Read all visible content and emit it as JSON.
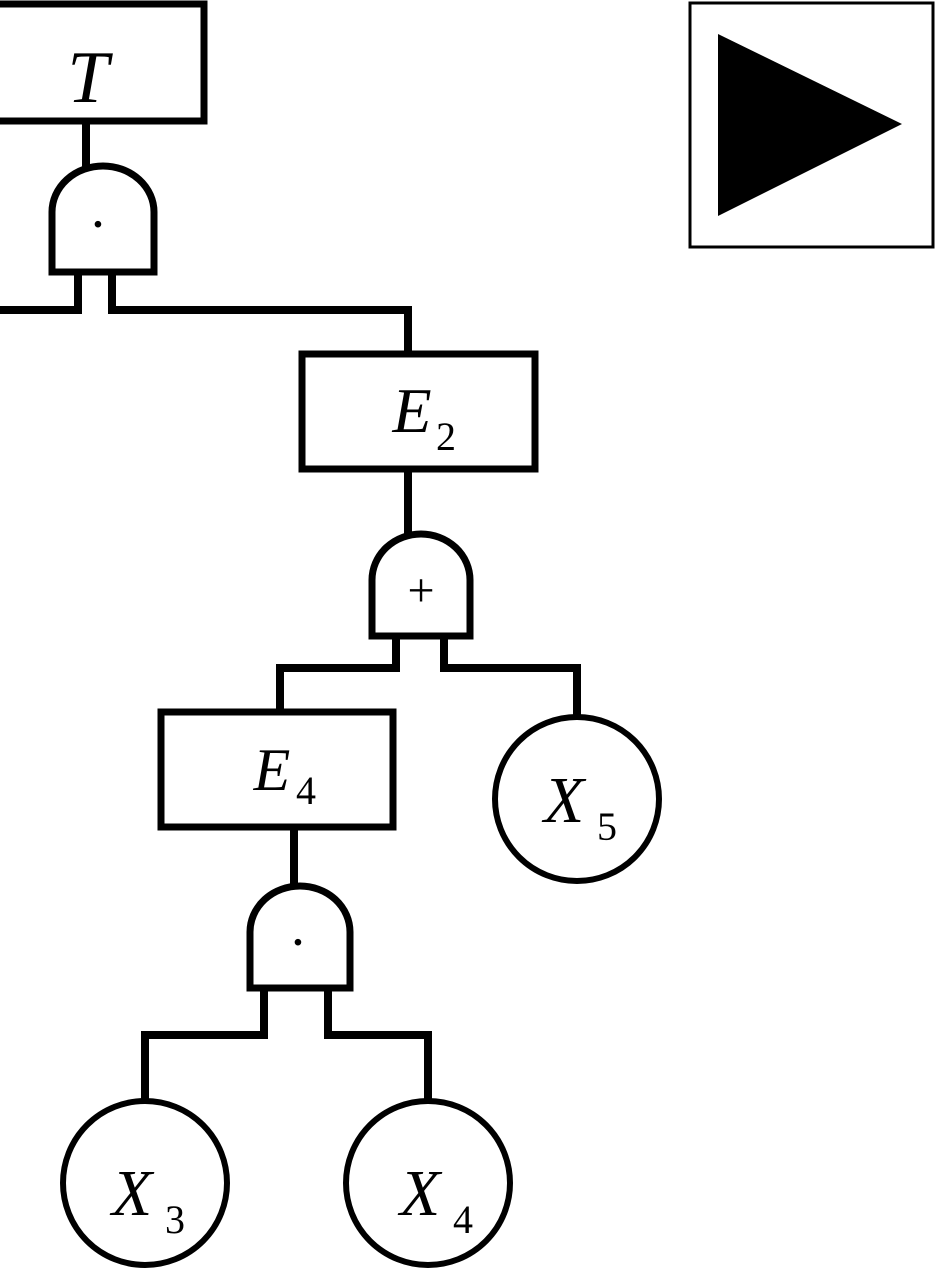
{
  "diagram": {
    "events": {
      "top": {
        "letter": "T",
        "sub": ""
      },
      "e2": {
        "letter": "E",
        "sub": "2"
      },
      "e4": {
        "letter": "E",
        "sub": "4"
      }
    },
    "basic_events": {
      "x3": {
        "letter": "X",
        "sub": "3"
      },
      "x4": {
        "letter": "X",
        "sub": "4"
      },
      "x5": {
        "letter": "X",
        "sub": "5"
      }
    },
    "gates": {
      "top_gate": {
        "type": "AND",
        "symbol": "·"
      },
      "e2_gate": {
        "type": "OR",
        "symbol": "+"
      },
      "e4_gate": {
        "type": "AND",
        "symbol": "·"
      }
    },
    "transfer_icon": "play-triangle-icon"
  }
}
